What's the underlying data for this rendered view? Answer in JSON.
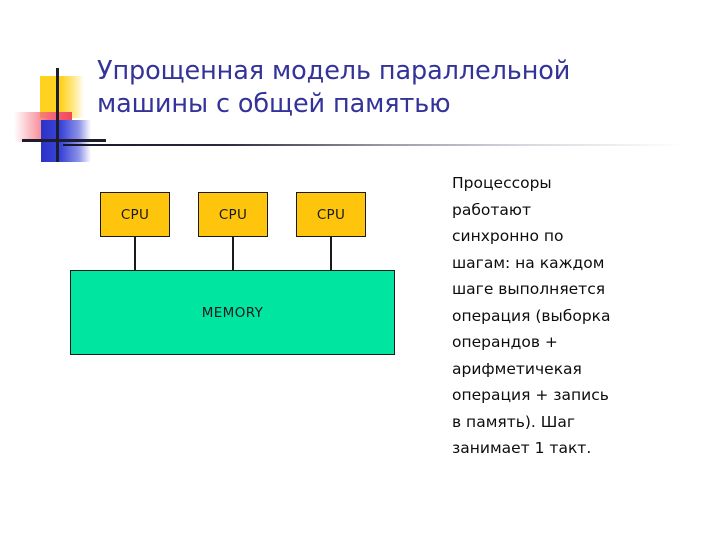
{
  "slide": {
    "title_lines": [
      "Упрощенная модель параллельной",
      "машины с общей памятью"
    ],
    "title_color": "#333399",
    "background_color": "#ffffff"
  },
  "decoration": {
    "name": "powerpoint-template-corner-motif",
    "yellow_color": "#ffd21f",
    "red_color": "#f4465a",
    "blue_color": "#2b33c7",
    "bar_color": "#1d1d2e"
  },
  "divider": {
    "gradient_from": "#16162b",
    "gradient_to": "#ffffff"
  },
  "diagram": {
    "cpu_fill": "#ffc50d",
    "cpu_border": "#1a1a1a",
    "memory_fill": "#00e5a0",
    "memory_border": "#1a1a1a",
    "cpus": [
      {
        "label": "CPU"
      },
      {
        "label": "CPU"
      },
      {
        "label": "CPU"
      }
    ],
    "memory": {
      "label": "MEMORY"
    }
  },
  "body_text": {
    "color": "#0d0d0d",
    "lines": [
      "Процессоры",
      "работают",
      "синхронно по",
      "шагам: на каждом",
      "шаге выполняется",
      "операция (выборка",
      "операндов +",
      "арифметичекая",
      "операция + запись",
      "в память). Шаг",
      "занимает 1 такт."
    ]
  }
}
